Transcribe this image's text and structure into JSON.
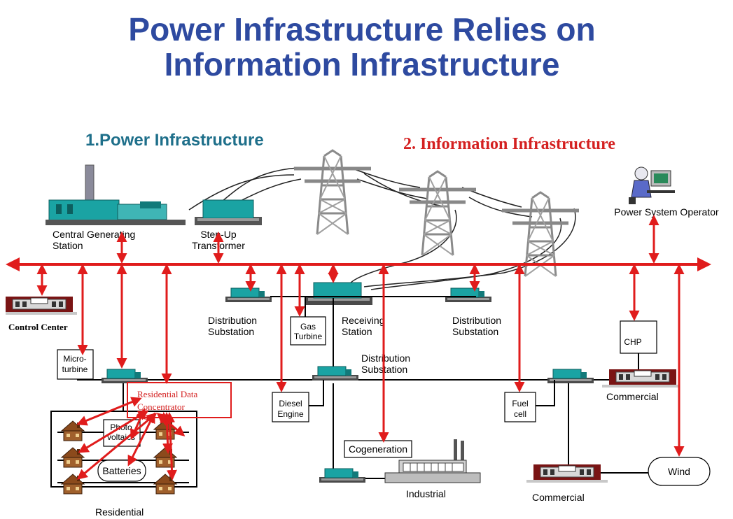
{
  "title": {
    "line1": "Power Infrastructure Relies on",
    "line2": "Information Infrastructure"
  },
  "sections": {
    "power": "1.Power Infrastructure",
    "information": "2. Information Infrastructure"
  },
  "nodes": {
    "central_station": {
      "line1": "Central Generating",
      "line2": "Station"
    },
    "step_up": {
      "line1": "Step-Up",
      "line2": "Transformer"
    },
    "operator": "Power System Operator",
    "control_center": "Control Center",
    "dist_sub_left": {
      "line1": "Distribution",
      "line2": "Substation"
    },
    "gas_turbine": {
      "line1": "Gas",
      "line2": "Turbine"
    },
    "receiving": {
      "line1": "Receiving",
      "line2": "Station"
    },
    "dist_sub_right": {
      "line1": "Distribution",
      "line2": "Substation"
    },
    "microturbine": {
      "line1": "Micro-",
      "line2": "turbine"
    },
    "dist_sub_mid": {
      "line1": "Distribution",
      "line2": "Substation"
    },
    "chp": "CHP",
    "commercial_top": "Commercial",
    "res_concentrator": {
      "line1": "Residential Data",
      "line2": "Concentrator"
    },
    "photovoltaics": {
      "line1": "Photo",
      "line2": "voltaics"
    },
    "batteries": "Batteries",
    "residential": "Residential",
    "diesel": {
      "line1": "Diesel",
      "line2": "Engine"
    },
    "fuel_cell": {
      "line1": "Fuel",
      "line2": "cell"
    },
    "cogeneration": "Cogeneration",
    "industrial": "Industrial",
    "commercial_bottom": "Commercial",
    "wind": "Wind"
  },
  "colors": {
    "title": "#2e4aa0",
    "section_power": "#1e6f8a",
    "section_info": "#d42020",
    "info_bus": "#e01c1c",
    "equipment": "#1aa3a3",
    "building_dark": "#7a1414"
  },
  "icons": [
    "tower-icon",
    "substation-icon",
    "house-icon",
    "computer-operator-icon",
    "factory-icon",
    "commercial-building-icon"
  ]
}
